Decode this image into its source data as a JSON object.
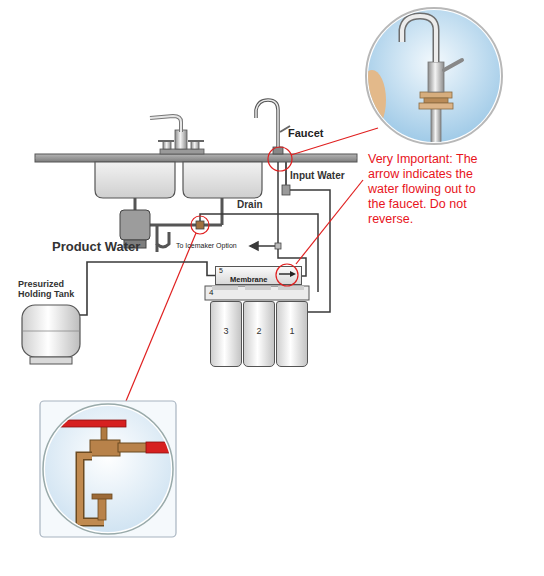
{
  "diagram": {
    "nodes": [
      {
        "text": [
          "Presurized Holding Tank"
        ]
      },
      {
        "text": [
          "5",
          "Membrane"
        ]
      },
      {
        "text": [
          "3"
        ]
      },
      {
        "text": [
          "2"
        ]
      },
      {
        "text": [
          "1"
        ]
      }
    ],
    "edges": [
      {
        "from": 0,
        "to": 1,
        "arrow": "none",
        "label": "Product Water"
      }
    ],
    "labels": [
      "Faucet",
      "Input Water",
      "Drain",
      "To Icemaker Option",
      "4",
      "Very Important: The arrow indicates the water flowing out to the faucet. Do not reverse."
    ]
  }
}
